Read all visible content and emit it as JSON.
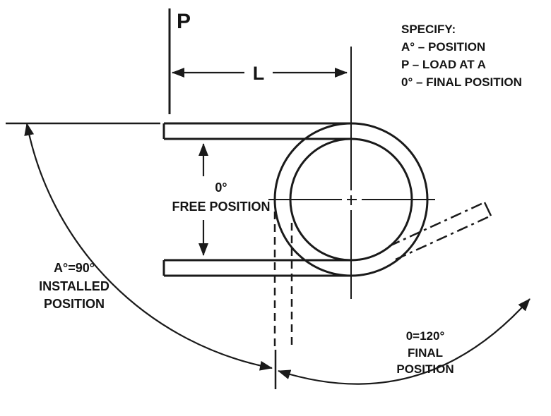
{
  "diagram": {
    "title": "torsion-spring-position-diagram",
    "load_label": "P",
    "length_label": "L",
    "specify": {
      "title": "SPECIFY:",
      "items": [
        "A° – POSITION",
        "P – LOAD AT A",
        "0° – FINAL POSITION"
      ]
    },
    "free_position": {
      "angle": "0°",
      "label": "FREE POSITION"
    },
    "installed_position": {
      "angle": "A°=90°",
      "line1": "INSTALLED",
      "line2": "POSITION"
    },
    "final_position": {
      "angle": "0=120°",
      "line1": "FINAL",
      "line2": "POSITION"
    },
    "colors": {
      "line": "#1a1a1a",
      "text": "#141414",
      "background": "#ffffff"
    }
  }
}
